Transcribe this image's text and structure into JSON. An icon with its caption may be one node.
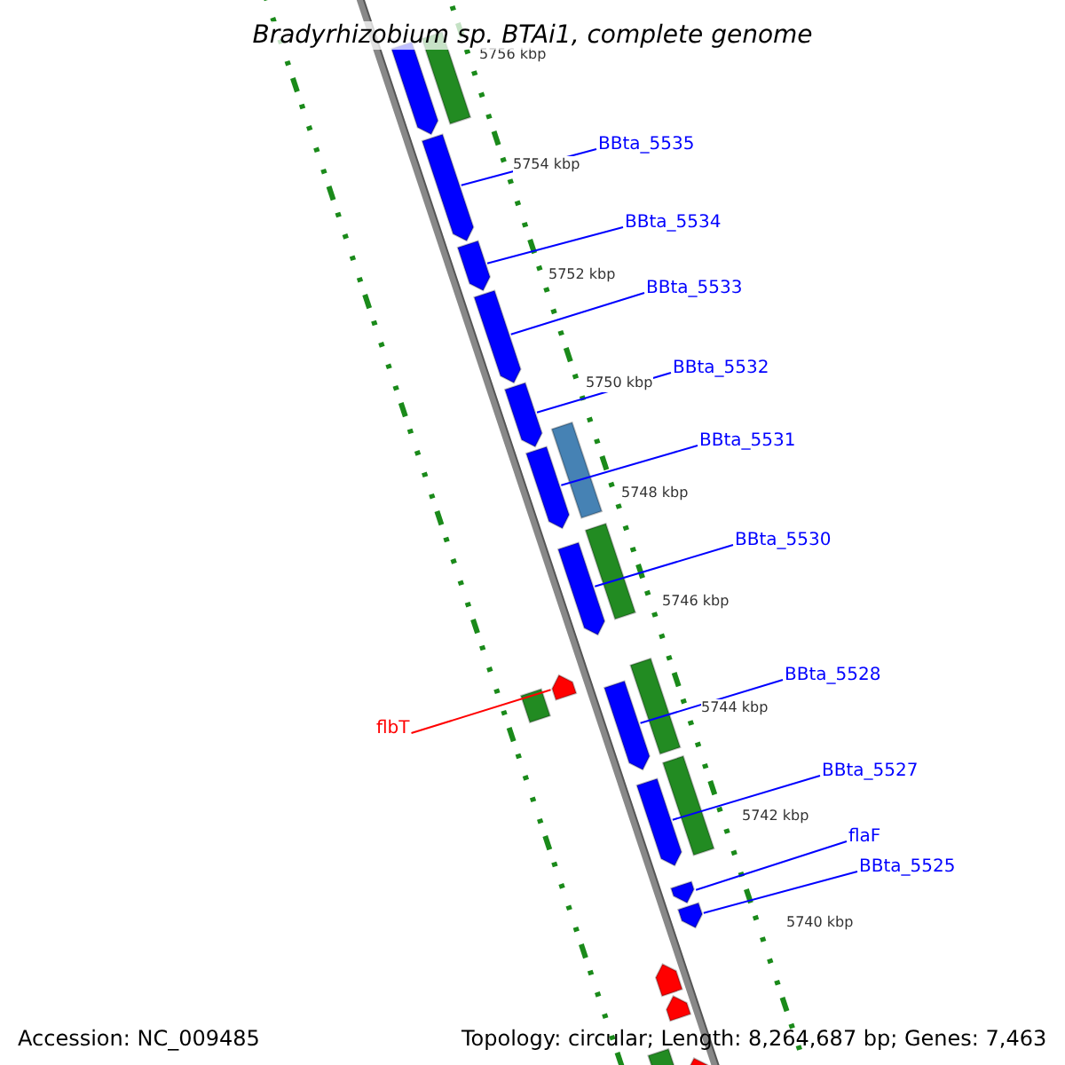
{
  "diagram": {
    "title": "Bradyrhizobium sp. BTAi1, complete genome",
    "nodes": [
      {
        "text": [
          "BBta_5535"
        ]
      },
      {
        "text": [
          "BBta_5534"
        ]
      },
      {
        "text": [
          "BBta_5533"
        ]
      },
      {
        "text": [
          "BBta_5532"
        ]
      },
      {
        "text": [
          "BBta_5531"
        ]
      },
      {
        "text": [
          "BBta_5530"
        ]
      },
      {
        "text": [
          "BBta_5528"
        ]
      },
      {
        "text": [
          "BBta_5527"
        ]
      },
      {
        "text": [
          "flaF"
        ]
      },
      {
        "text": [
          "BBta_5525"
        ]
      },
      {
        "text": [
          "flbT"
        ]
      },
      {
        "text": [],
        "shape": "arrow"
      },
      {
        "text": [],
        "shape": "bar"
      },
      {
        "text": [],
        "shape": "arrow"
      },
      {
        "text": [],
        "shape": "arrow"
      },
      {
        "text": [],
        "shape": "arrow"
      },
      {
        "text": [],
        "shape": "arrow"
      },
      {
        "text": [],
        "shape": "bar"
      },
      {
        "text": [],
        "shape": "arrow"
      },
      {
        "text": [],
        "shape": "bar"
      },
      {
        "text": [],
        "shape": "arrow"
      },
      {
        "text": [],
        "shape": "arrow"
      },
      {
        "text": [],
        "shape": "bar"
      },
      {
        "text": [],
        "shape": "bar"
      },
      {
        "text": [],
        "shape": "arrow"
      },
      {
        "text": [],
        "shape": "bar"
      },
      {
        "text": [],
        "shape": "arrow"
      },
      {
        "text": [],
        "shape": "arrow"
      },
      {
        "text": [],
        "shape": "arrow"
      },
      {
        "text": [],
        "shape": "arrow"
      },
      {
        "text": [],
        "shape": "arrow"
      },
      {
        "text": [],
        "shape": "arrow"
      },
      {
        "text": [],
        "shape": "bar"
      }
    ],
    "edges": [
      {
        "from": 0,
        "to": 13,
        "arrow": "none"
      },
      {
        "from": 1,
        "to": 14,
        "arrow": "none"
      },
      {
        "from": 2,
        "to": 15,
        "arrow": "none"
      },
      {
        "from": 3,
        "to": 16,
        "arrow": "none"
      },
      {
        "from": 4,
        "to": 18,
        "arrow": "none"
      },
      {
        "from": 5,
        "to": 20,
        "arrow": "none"
      },
      {
        "from": 6,
        "to": 24,
        "arrow": "none"
      },
      {
        "from": 7,
        "to": 26,
        "arrow": "none"
      },
      {
        "from": 8,
        "to": 27,
        "arrow": "none"
      },
      {
        "from": 9,
        "to": 28,
        "arrow": "none"
      },
      {
        "from": 10,
        "to": 21,
        "arrow": "none",
        "color": "#ff0000"
      }
    ],
    "labels": [
      "5756 kbp",
      "5754 kbp",
      "5752 kbp",
      "5750 kbp",
      "5748 kbp",
      "5746 kbp",
      "5744 kbp",
      "5742 kbp",
      "5740 kbp",
      "Accession: NC_009485",
      "Topology: circular; Length: 8,264,687 bp; Genes: 7,463"
    ]
  }
}
